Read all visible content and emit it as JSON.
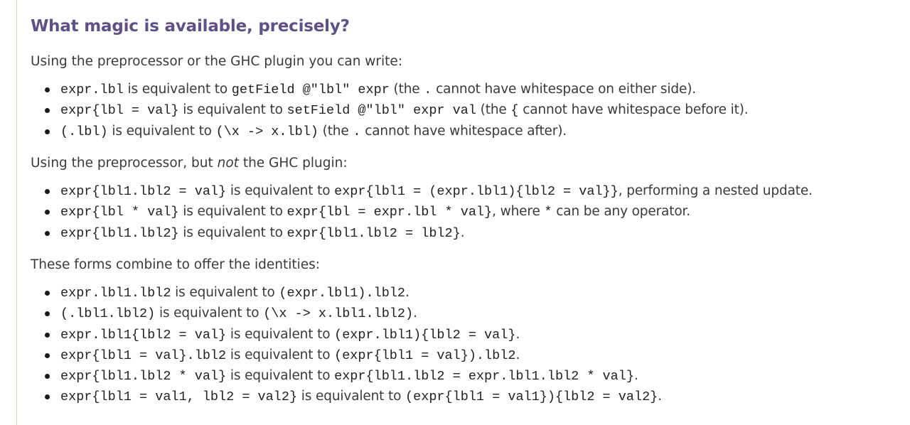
{
  "heading": "What magic is available, precisely?",
  "section1": {
    "intro": "Using the preprocessor or the GHC plugin you can write:",
    "items": [
      {
        "c1": "expr.lbl",
        "t1": " is equivalent to ",
        "c2": "getField @\"lbl\" expr",
        "t2": " (the ",
        "c3": ".",
        "t3": " cannot have whitespace on either side)."
      },
      {
        "c1": "expr{lbl = val}",
        "t1": " is equivalent to ",
        "c2": "setField @\"lbl\" expr val",
        "t2": " (the ",
        "c3": "{",
        "t3": " cannot have whitespace before it)."
      },
      {
        "c1": "(.lbl)",
        "t1": " is equivalent to ",
        "c2": "(\\x -> x.lbl)",
        "t2": " (the ",
        "c3": ".",
        "t3": " cannot have whitespace after)."
      }
    ]
  },
  "section2": {
    "intro_before": "Using the preprocessor, but ",
    "intro_em": "not",
    "intro_after": " the GHC plugin:",
    "items": [
      {
        "c1": "expr{lbl1.lbl2 = val}",
        "t1": " is equivalent to ",
        "c2": "expr{lbl1 = (expr.lbl1){lbl2 = val}}",
        "t2": ", performing a nested update."
      },
      {
        "c1": "expr{lbl * val}",
        "t1": " is equivalent to ",
        "c2": "expr{lbl = expr.lbl * val}",
        "t2": ", where ",
        "c3": "*",
        "t3": " can be any operator."
      },
      {
        "c1": "expr{lbl1.lbl2}",
        "t1": " is equivalent to ",
        "c2": "expr{lbl1.lbl2 = lbl2}",
        "t2": "."
      }
    ]
  },
  "section3": {
    "intro": "These forms combine to offer the identities:",
    "items": [
      {
        "c1": "expr.lbl1.lbl2",
        "t1": " is equivalent to ",
        "c2": "(expr.lbl1).lbl2",
        "t2": "."
      },
      {
        "c1": "(.lbl1.lbl2)",
        "t1": " is equivalent to ",
        "c2": "(\\x -> x.lbl1.lbl2)",
        "t2": "."
      },
      {
        "c1": "expr.lbl1{lbl2 = val}",
        "t1": " is equivalent to ",
        "c2": "(expr.lbl1){lbl2 = val}",
        "t2": "."
      },
      {
        "c1": "expr{lbl1 = val}.lbl2",
        "t1": " is equivalent to ",
        "c2": "(expr{lbl1 = val}).lbl2",
        "t2": "."
      },
      {
        "c1": "expr{lbl1.lbl2 * val}",
        "t1": " is equivalent to ",
        "c2": "expr{lbl1.lbl2 = expr.lbl1.lbl2 * val}",
        "t2": "."
      },
      {
        "c1": "expr{lbl1 = val1, lbl2 = val2}",
        "t1": " is equivalent to ",
        "c2": "(expr{lbl1 = val1}){lbl2 = val2}",
        "t2": "."
      }
    ]
  },
  "colors": {
    "heading": "#5d5186",
    "text": "#3a3a3a",
    "code": "#222222",
    "rule": "#d9dfc4"
  }
}
